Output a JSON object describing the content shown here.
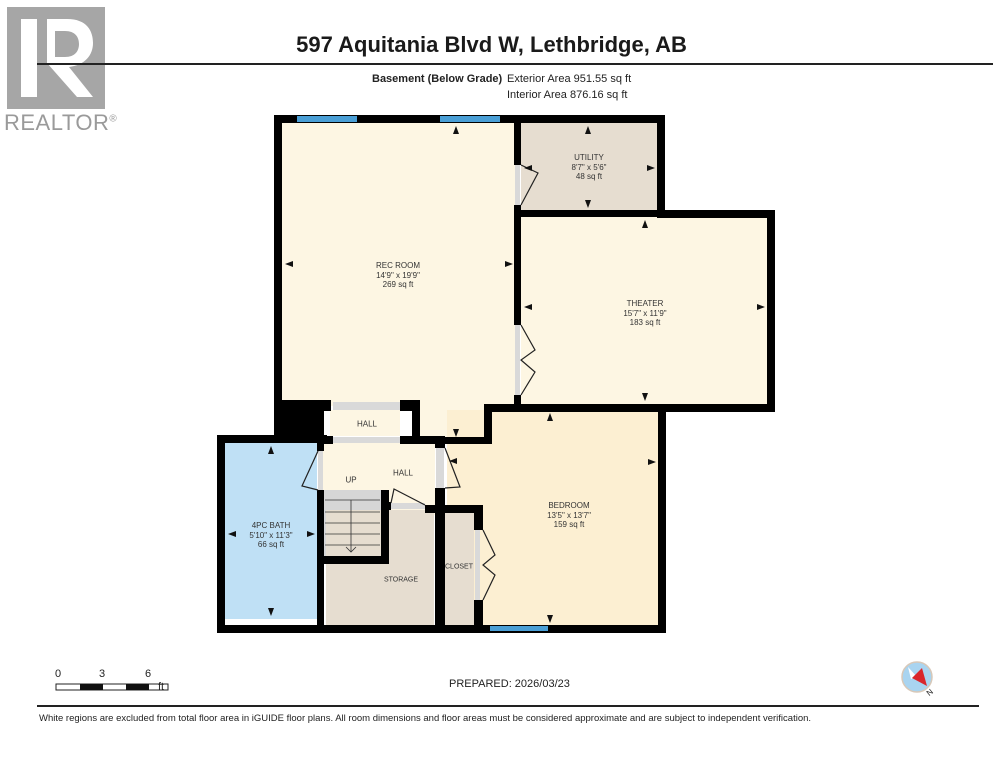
{
  "logo": {
    "icon": "realtor-r-icon",
    "text": "REALTOR",
    "registered": "®"
  },
  "header": {
    "title": "597 Aquitania Blvd W, Lethbridge, AB",
    "level": "Basement (Below Grade)",
    "exterior_area": "Exterior Area 951.55 sq ft",
    "interior_area": "Interior Area 876.16 sq ft"
  },
  "rooms": [
    {
      "name": "REC ROOM",
      "dims": "14'9\" x 19'9\"",
      "area": "269 sq ft",
      "color": "#fdf6e3"
    },
    {
      "name": "UTILITY",
      "dims": "8'7\" x 5'6\"",
      "area": "48 sq ft",
      "color": "#e6ddd0"
    },
    {
      "name": "THEATER",
      "dims": "15'7\" x 11'9\"",
      "area": "183 sq ft",
      "color": "#fdf6e3"
    },
    {
      "name": "BEDROOM",
      "dims": "13'5\" x 13'7\"",
      "area": "159 sq ft",
      "color": "#fcefd2"
    },
    {
      "name": "4PC BATH",
      "dims": "5'10\" x 11'3\"",
      "area": "66 sq ft",
      "color": "#bfe0f5"
    },
    {
      "name": "HALL"
    },
    {
      "name": "HALL"
    },
    {
      "name": "UP"
    },
    {
      "name": "STORAGE"
    },
    {
      "name": "CLOSET"
    }
  ],
  "colors": {
    "wall": "#000000",
    "window": "#4a9fd6",
    "door_opening": "#d9d9d9",
    "compass_red": "#d9262b",
    "compass_blue": "#a9d4f0"
  },
  "scale_bar": {
    "labels": [
      "0",
      "3",
      "6"
    ],
    "unit": "ft"
  },
  "footer": {
    "prepared": "PREPARED: 2026/03/23",
    "compass_label": "N",
    "disclaimer": "White regions are excluded from total floor area in iGUIDE floor plans. All room dimensions and floor areas must be considered approximate and are subject to independent verification."
  }
}
